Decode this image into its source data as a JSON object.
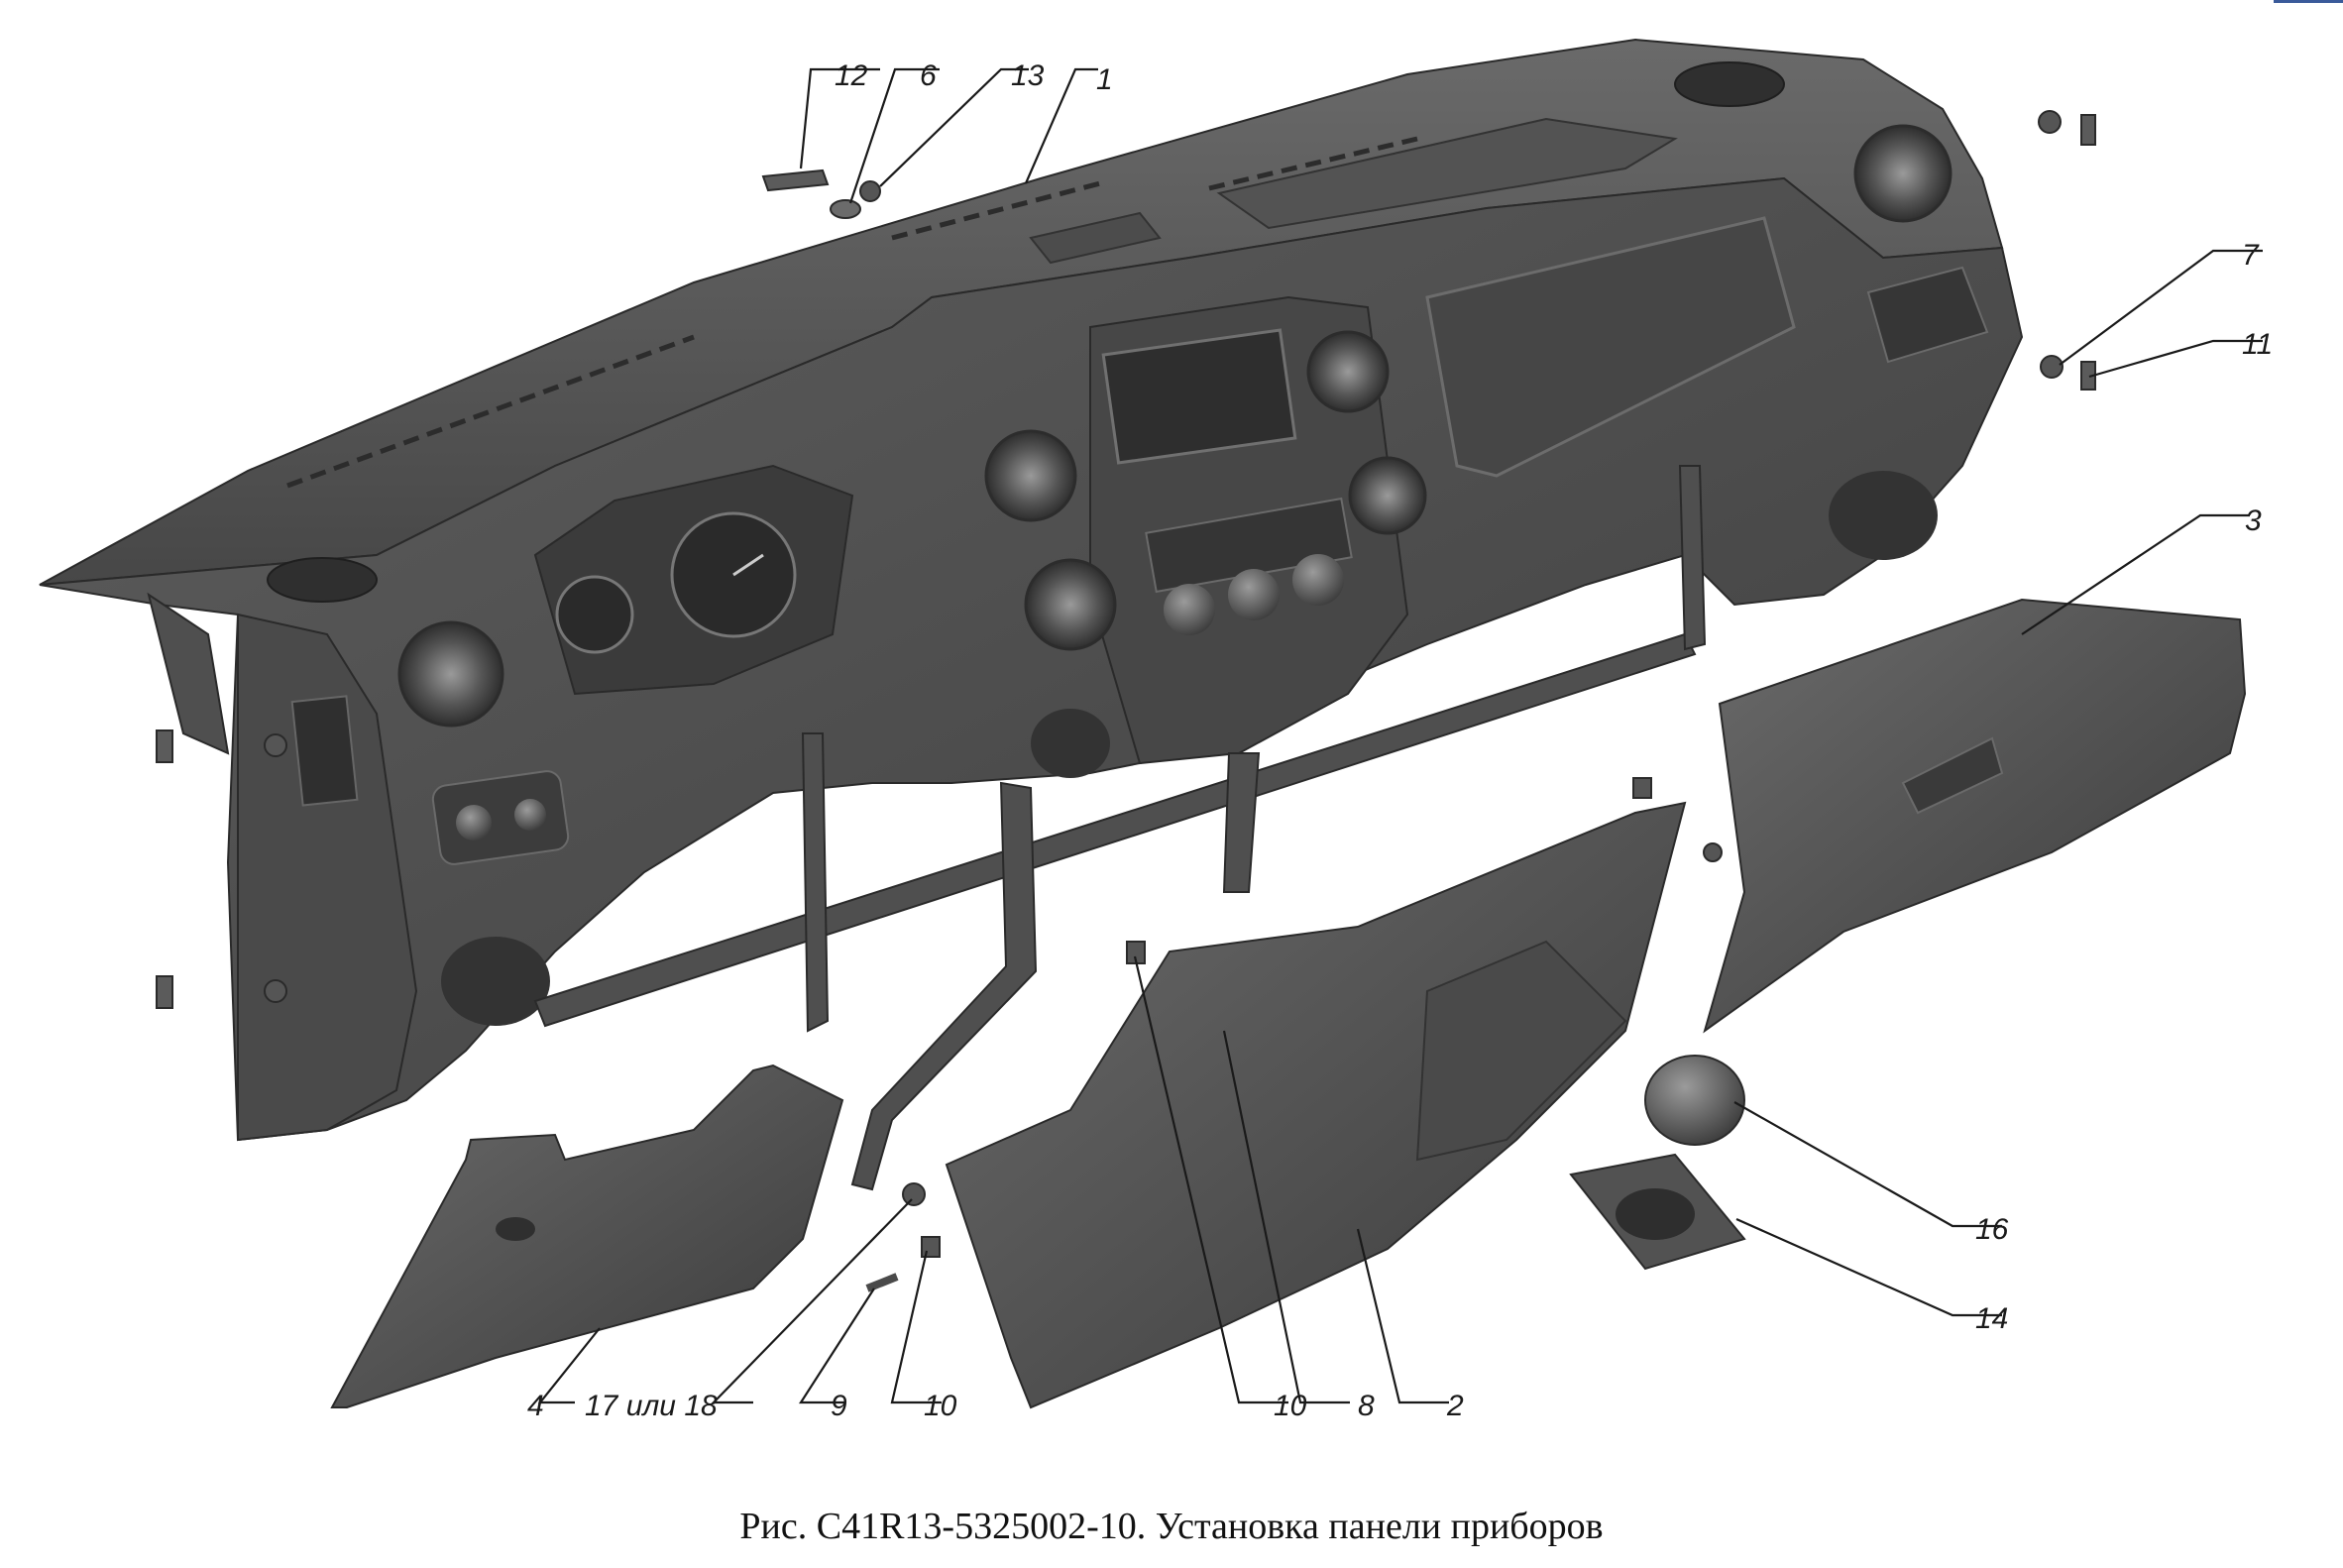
{
  "figure": {
    "caption": "Рис. С41R13-5325002-10. Установка панели приборов",
    "colors": {
      "background": "#ffffff",
      "part_dark": "#3d3d3d",
      "part_mid": "#575757",
      "part_light": "#767676",
      "line": "#1a1a1a"
    }
  },
  "callouts": [
    {
      "id": "c1",
      "label": "1"
    },
    {
      "id": "c2",
      "label": "2"
    },
    {
      "id": "c3",
      "label": "3"
    },
    {
      "id": "c4",
      "label": "4"
    },
    {
      "id": "c6",
      "label": "6"
    },
    {
      "id": "c7",
      "label": "7"
    },
    {
      "id": "c8",
      "label": "8"
    },
    {
      "id": "c9",
      "label": "9"
    },
    {
      "id": "c10a",
      "label": "10"
    },
    {
      "id": "c10b",
      "label": "10"
    },
    {
      "id": "c11",
      "label": "11"
    },
    {
      "id": "c12",
      "label": "12"
    },
    {
      "id": "c13",
      "label": "13"
    },
    {
      "id": "c14",
      "label": "14"
    },
    {
      "id": "c16",
      "label": "16"
    },
    {
      "id": "c17",
      "label": "17 или 18"
    }
  ]
}
